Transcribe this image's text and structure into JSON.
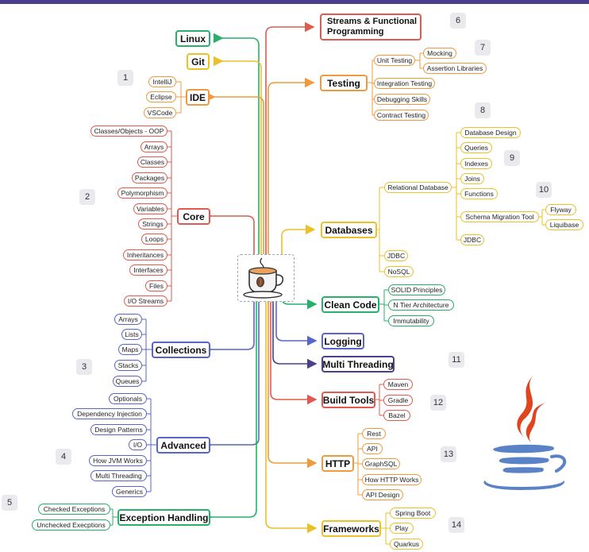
{
  "colors": {
    "red": "#e05a4f",
    "orange": "#ef9b3d",
    "yellow": "#e9c228",
    "green": "#27b06b",
    "blue": "#5966c9",
    "purple": "#4b3f8f",
    "java_red": "#e0451f",
    "java_blue": "#5a82c6"
  },
  "center_icon": "coffee-cup-icon",
  "java_logo": "java-logo-icon",
  "topics": {
    "linux": "Linux",
    "git": "Git",
    "ide": "IDE",
    "core": "Core",
    "collections": "Collections",
    "advanced": "Advanced",
    "exception_handling": "Exception Handling",
    "streams": "Streams & Functional Programming",
    "testing": "Testing",
    "databases": "Databases",
    "clean_code": "Clean Code",
    "logging": "Logging",
    "multi_threading": "Multi Threading",
    "build_tools": "Build Tools",
    "http": "HTTP",
    "frameworks": "Frameworks"
  },
  "leaves": {
    "ide": [
      "IntelliJ",
      "Eclipse",
      "VSCode"
    ],
    "core": [
      "Classes/Objects - OOP",
      "Arrays",
      "Classes",
      "Packages",
      "Polymorphism",
      "Variables",
      "Strings",
      "Loops",
      "Inheritances",
      "Interfaces",
      "Files",
      "I/O Streams"
    ],
    "collections": [
      "Arrays",
      "Lists",
      "Maps",
      "Stacks",
      "Queues"
    ],
    "advanced": [
      "Optionals",
      "Dependency Injection",
      "Design Patterns",
      "I/O",
      "How JVM Works",
      "Multi Threading",
      "Generics"
    ],
    "exceptions": [
      "Checked Exceptions",
      "Unchecked Execptions"
    ],
    "testing": [
      "Unit Testing",
      "Integration Testing",
      "Debugging Skills",
      "Contract Testing"
    ],
    "unit_testing": [
      "Mocking",
      "Assertion Libraries"
    ],
    "databases": [
      "Relational Database",
      "JDBC",
      "NoSQL"
    ],
    "relational": [
      "Database Design",
      "Queries",
      "Indexes",
      "Joins",
      "Functions",
      "Schema Migration Tool",
      "JDBC"
    ],
    "migration": [
      "Flyway",
      "Liquibase"
    ],
    "clean_code": [
      "SOLID Principles",
      "N Tier Architecture",
      "Immutability"
    ],
    "build_tools": [
      "Maven",
      "Gradle",
      "Bazel"
    ],
    "http": [
      "Rest",
      "API",
      "GraphSQL",
      "How HTTP Works",
      "API Design"
    ],
    "frameworks": [
      "Spring Boot",
      "Play",
      "Quarkus"
    ]
  },
  "badges": [
    "1",
    "2",
    "3",
    "4",
    "5",
    "6",
    "7",
    "8",
    "9",
    "10",
    "11",
    "12",
    "13",
    "14"
  ]
}
